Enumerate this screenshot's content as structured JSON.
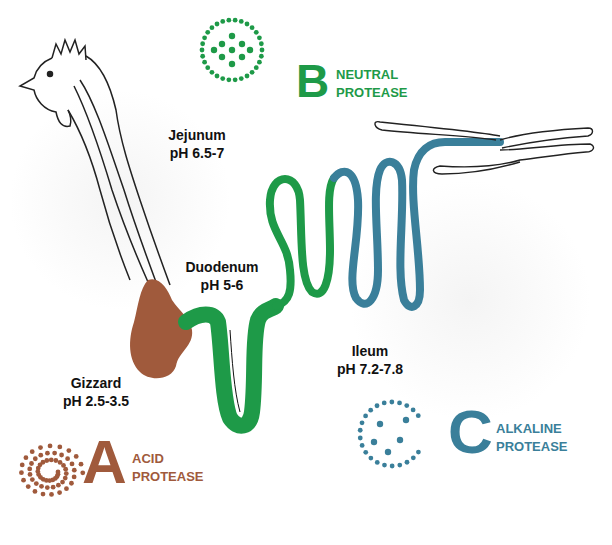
{
  "diagram": {
    "labels": [
      "B",
      "NEUTRAL",
      "PROTEASE",
      "Jejunum",
      "pH 6.5-7",
      "Duodenum",
      "pH 5-6",
      "Ileum",
      "pH 7.2-7.8",
      "Gizzard",
      "pH 2.5-3.5",
      "A",
      "ACID",
      "PROTEASE",
      "C",
      "ALKALINE",
      "PROTEASE"
    ]
  }
}
